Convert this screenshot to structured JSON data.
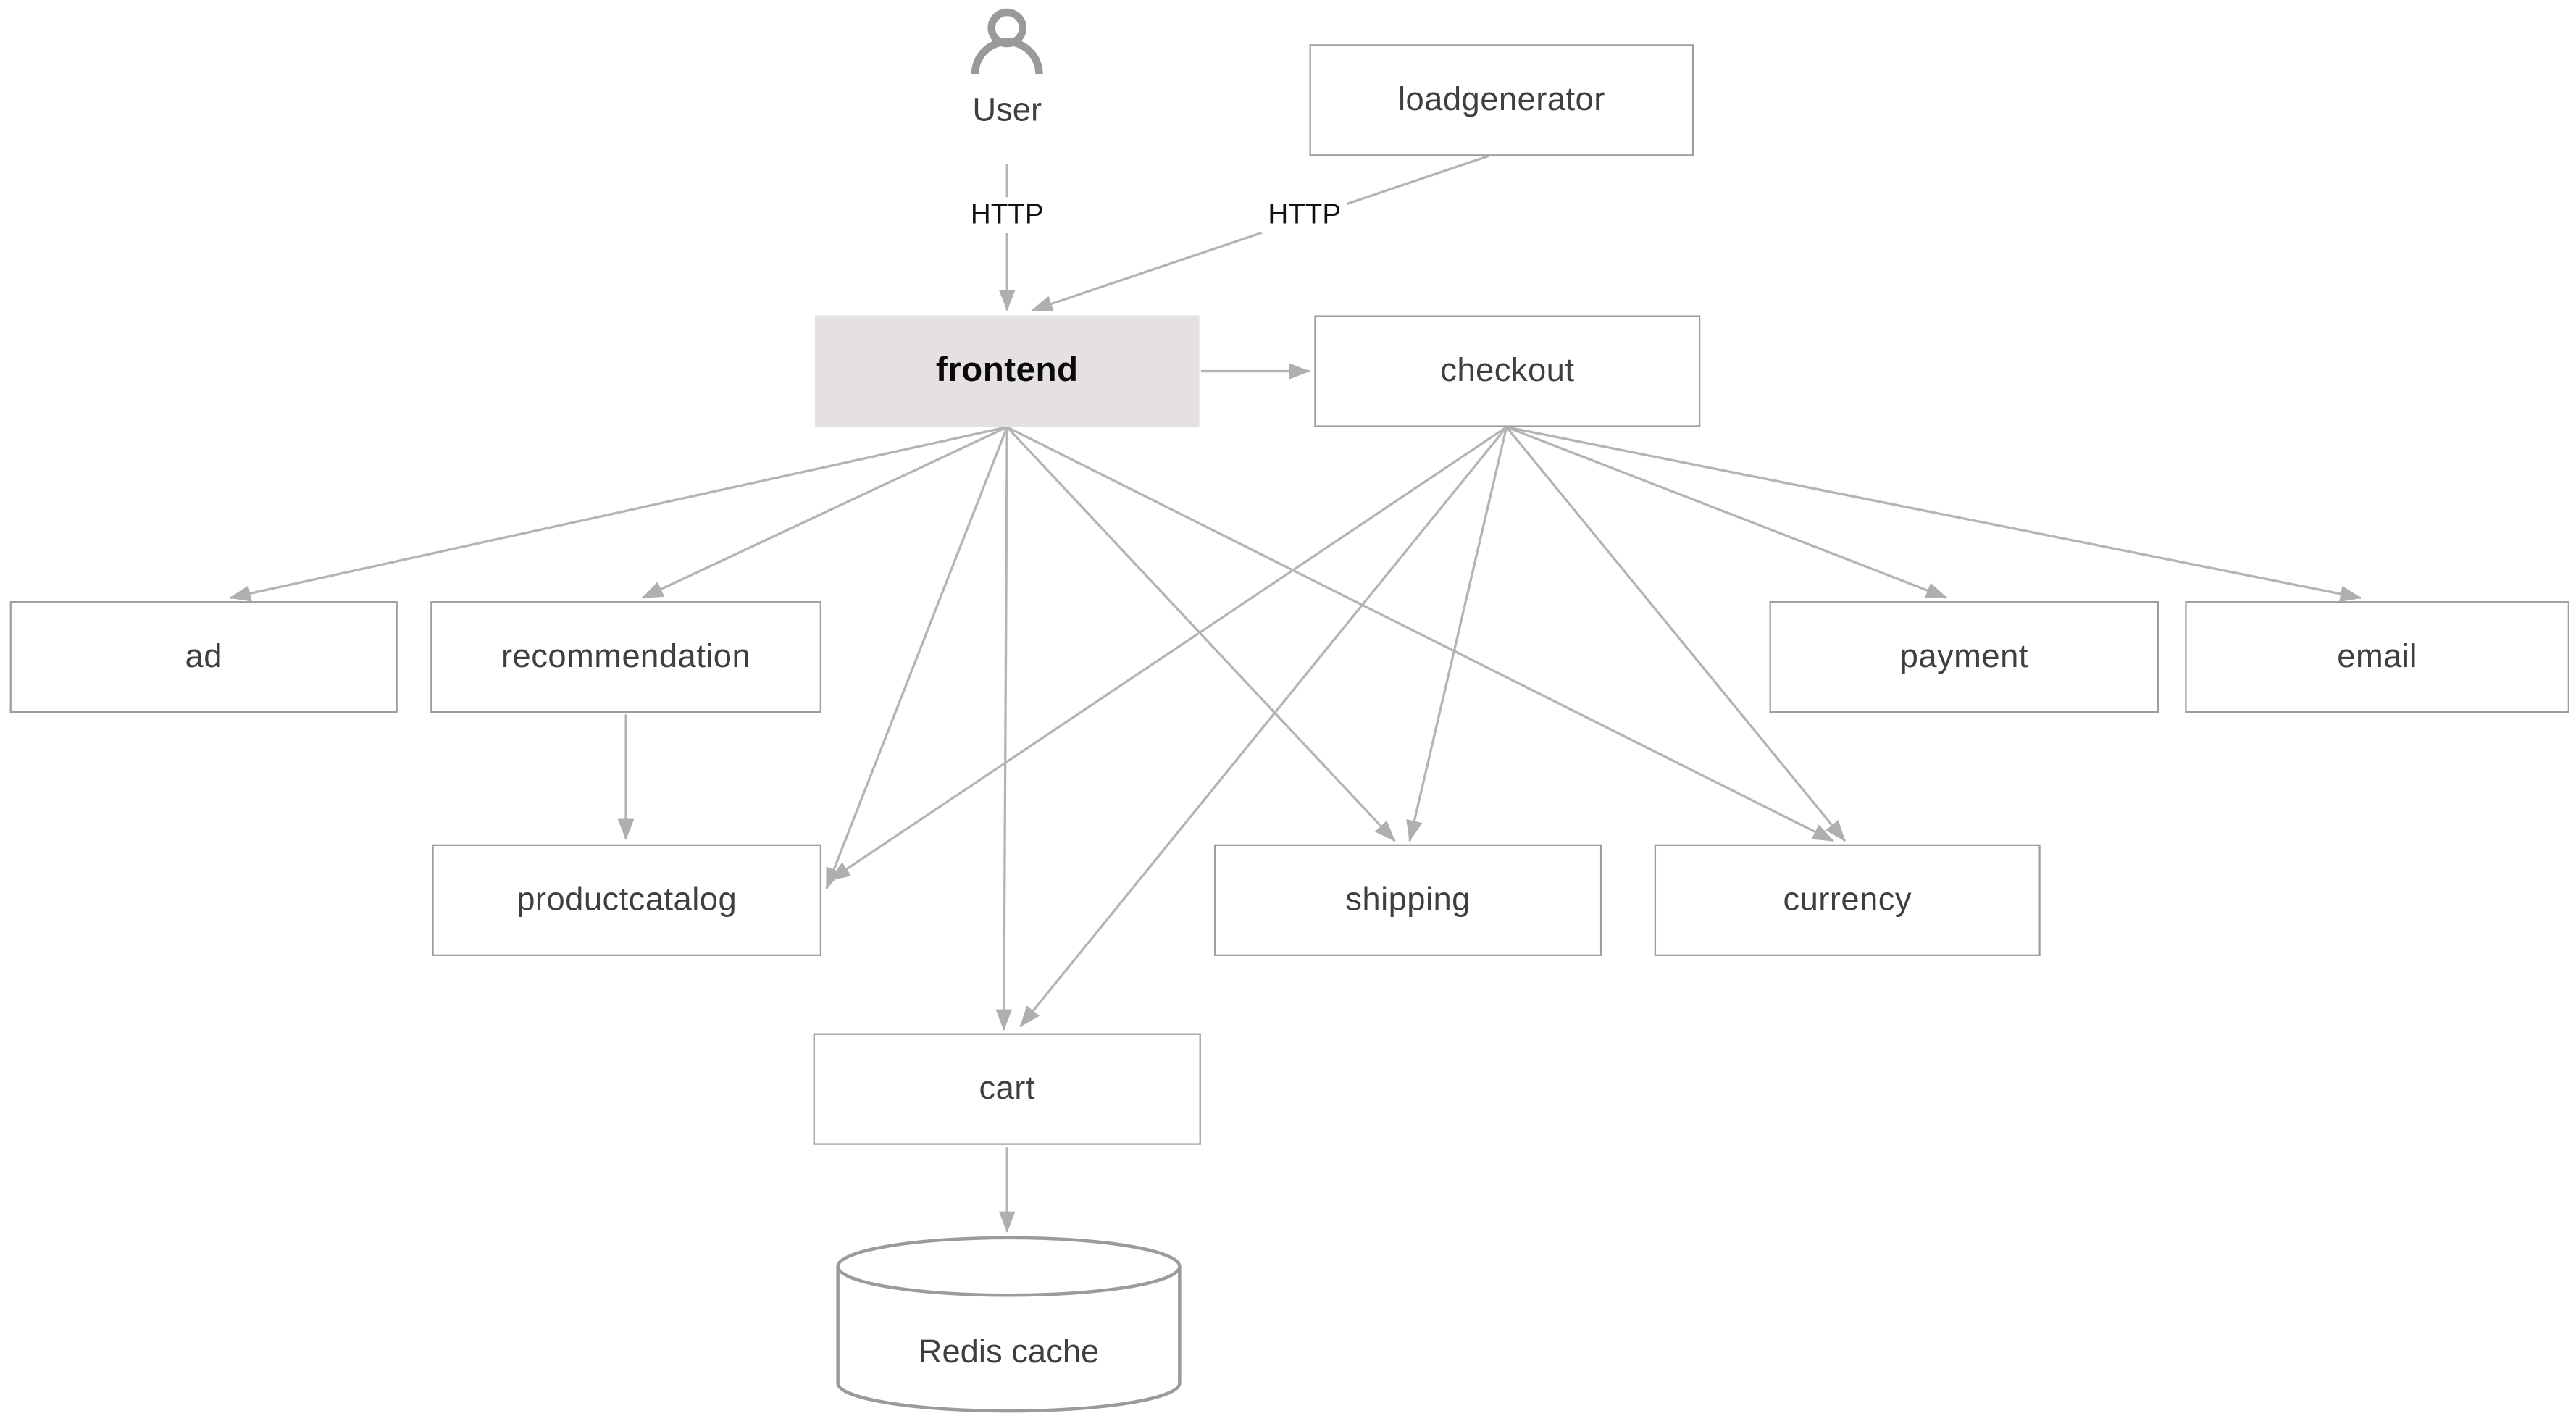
{
  "diagram": {
    "nodes": {
      "user": {
        "label": "User",
        "type": "actor"
      },
      "loadgenerator": {
        "label": "loadgenerator",
        "type": "service"
      },
      "frontend": {
        "label": "frontend",
        "type": "service",
        "highlighted": true
      },
      "checkout": {
        "label": "checkout",
        "type": "service"
      },
      "ad": {
        "label": "ad",
        "type": "service"
      },
      "recommendation": {
        "label": "recommendation",
        "type": "service"
      },
      "payment": {
        "label": "payment",
        "type": "service"
      },
      "email": {
        "label": "email",
        "type": "service"
      },
      "productcatalog": {
        "label": "productcatalog",
        "type": "service"
      },
      "shipping": {
        "label": "shipping",
        "type": "service"
      },
      "currency": {
        "label": "currency",
        "type": "service"
      },
      "cart": {
        "label": "cart",
        "type": "service"
      },
      "redis": {
        "label": "Redis cache",
        "type": "database"
      }
    },
    "edges": [
      {
        "from": "user",
        "to": "frontend",
        "label": "HTTP"
      },
      {
        "from": "loadgenerator",
        "to": "frontend",
        "label": "HTTP"
      },
      {
        "from": "frontend",
        "to": "checkout",
        "label": ""
      },
      {
        "from": "frontend",
        "to": "ad",
        "label": ""
      },
      {
        "from": "frontend",
        "to": "recommendation",
        "label": ""
      },
      {
        "from": "frontend",
        "to": "productcatalog",
        "label": ""
      },
      {
        "from": "frontend",
        "to": "cart",
        "label": ""
      },
      {
        "from": "frontend",
        "to": "shipping",
        "label": ""
      },
      {
        "from": "frontend",
        "to": "currency",
        "label": ""
      },
      {
        "from": "checkout",
        "to": "productcatalog",
        "label": ""
      },
      {
        "from": "checkout",
        "to": "cart",
        "label": ""
      },
      {
        "from": "checkout",
        "to": "shipping",
        "label": ""
      },
      {
        "from": "checkout",
        "to": "currency",
        "label": ""
      },
      {
        "from": "checkout",
        "to": "payment",
        "label": ""
      },
      {
        "from": "checkout",
        "to": "email",
        "label": ""
      },
      {
        "from": "recommendation",
        "to": "productcatalog",
        "label": ""
      },
      {
        "from": "cart",
        "to": "redis",
        "label": ""
      }
    ],
    "colors": {
      "background": "#ffffff",
      "box_fill": "#ffffff",
      "box_border": "#9e9e9e",
      "box_text": "#3c4043",
      "highlight_fill": "#e5e0e2",
      "highlight_text": "#0a0a0a",
      "edge": "#b5b3b3",
      "edge_label_text": "#111111",
      "actor_icon": "#9a9a9a"
    }
  }
}
